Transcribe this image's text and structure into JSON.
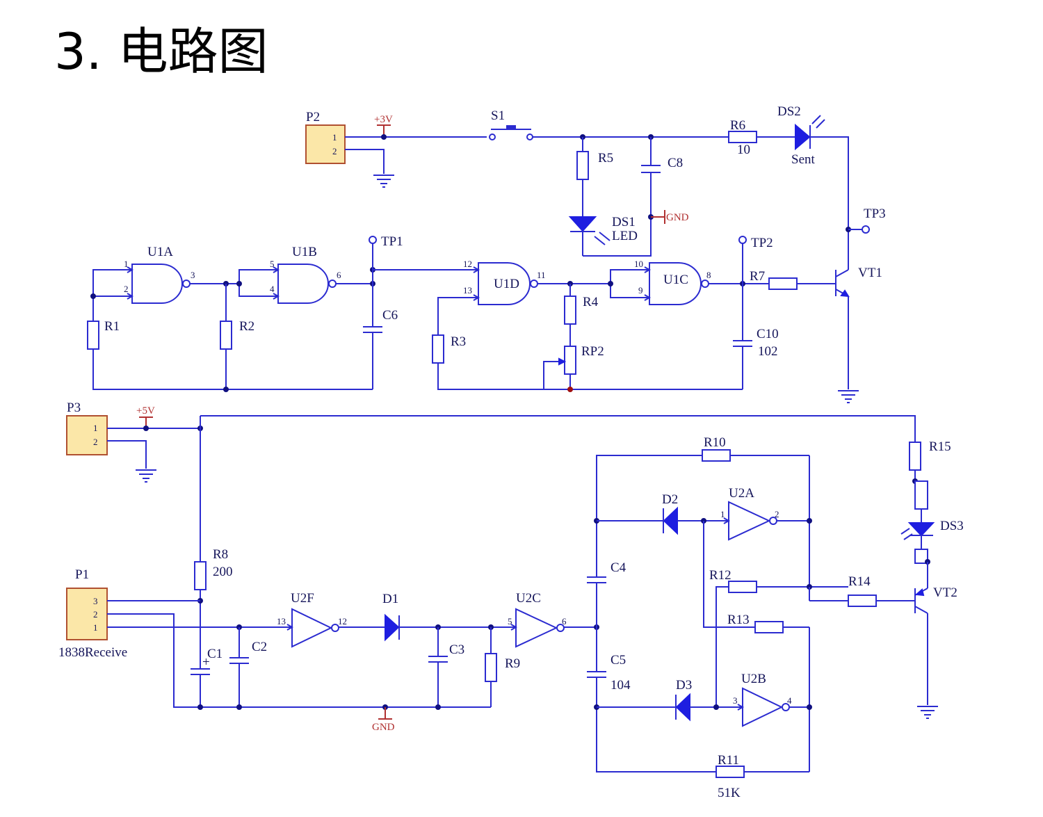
{
  "title": "3. 电路图",
  "components": {
    "P1": {
      "ref": "P1",
      "value": "1838Receive",
      "pins": [
        "3",
        "2",
        "1"
      ]
    },
    "P2": {
      "ref": "P2",
      "pins": [
        "1",
        "2"
      ]
    },
    "P3": {
      "ref": "P3",
      "pins": [
        "1",
        "2"
      ]
    },
    "S1": {
      "ref": "S1"
    },
    "R1": {
      "ref": "R1"
    },
    "R2": {
      "ref": "R2"
    },
    "R3": {
      "ref": "R3"
    },
    "R4": {
      "ref": "R4"
    },
    "R5": {
      "ref": "R5"
    },
    "R6": {
      "ref": "R6",
      "value": "10"
    },
    "R7": {
      "ref": "R7"
    },
    "R8": {
      "ref": "R8",
      "value": "200"
    },
    "R9": {
      "ref": "R9"
    },
    "R10": {
      "ref": "R10"
    },
    "R11": {
      "ref": "R11",
      "value": "51K"
    },
    "R12": {
      "ref": "R12"
    },
    "R13": {
      "ref": "R13"
    },
    "R14": {
      "ref": "R14"
    },
    "R15": {
      "ref": "R15"
    },
    "RP2": {
      "ref": "RP2"
    },
    "C1": {
      "ref": "C1"
    },
    "C2": {
      "ref": "C2"
    },
    "C3": {
      "ref": "C3"
    },
    "C4": {
      "ref": "C4"
    },
    "C5": {
      "ref": "C5",
      "value": "104"
    },
    "C6": {
      "ref": "C6"
    },
    "C8": {
      "ref": "C8"
    },
    "C10": {
      "ref": "C10",
      "value": "102"
    },
    "D1": {
      "ref": "D1"
    },
    "D2": {
      "ref": "D2"
    },
    "D3": {
      "ref": "D3"
    },
    "DS1": {
      "ref": "DS1",
      "value": "LED"
    },
    "DS2": {
      "ref": "DS2",
      "value": "Sent"
    },
    "DS3": {
      "ref": "DS3"
    },
    "VT1": {
      "ref": "VT1"
    },
    "VT2": {
      "ref": "VT2"
    },
    "TP1": {
      "ref": "TP1"
    },
    "TP2": {
      "ref": "TP2"
    },
    "TP3": {
      "ref": "TP3"
    },
    "U1A": {
      "ref": "U1A",
      "pins": [
        "1",
        "2",
        "3"
      ]
    },
    "U1B": {
      "ref": "U1B",
      "pins": [
        "5",
        "4",
        "6"
      ]
    },
    "U1C": {
      "ref": "U1C",
      "pins": [
        "10",
        "9",
        "8"
      ]
    },
    "U1D": {
      "ref": "U1D",
      "pins": [
        "12",
        "13",
        "11"
      ]
    },
    "U2A": {
      "ref": "U2A",
      "pins": [
        "1",
        "2"
      ]
    },
    "U2B": {
      "ref": "U2B",
      "pins": [
        "3",
        "4"
      ]
    },
    "U2C": {
      "ref": "U2C",
      "pins": [
        "5",
        "6"
      ]
    },
    "U2F": {
      "ref": "U2F",
      "pins": [
        "13",
        "12"
      ]
    }
  },
  "power": {
    "v3": "+3V",
    "v5": "+5V",
    "gnd": "GND"
  }
}
